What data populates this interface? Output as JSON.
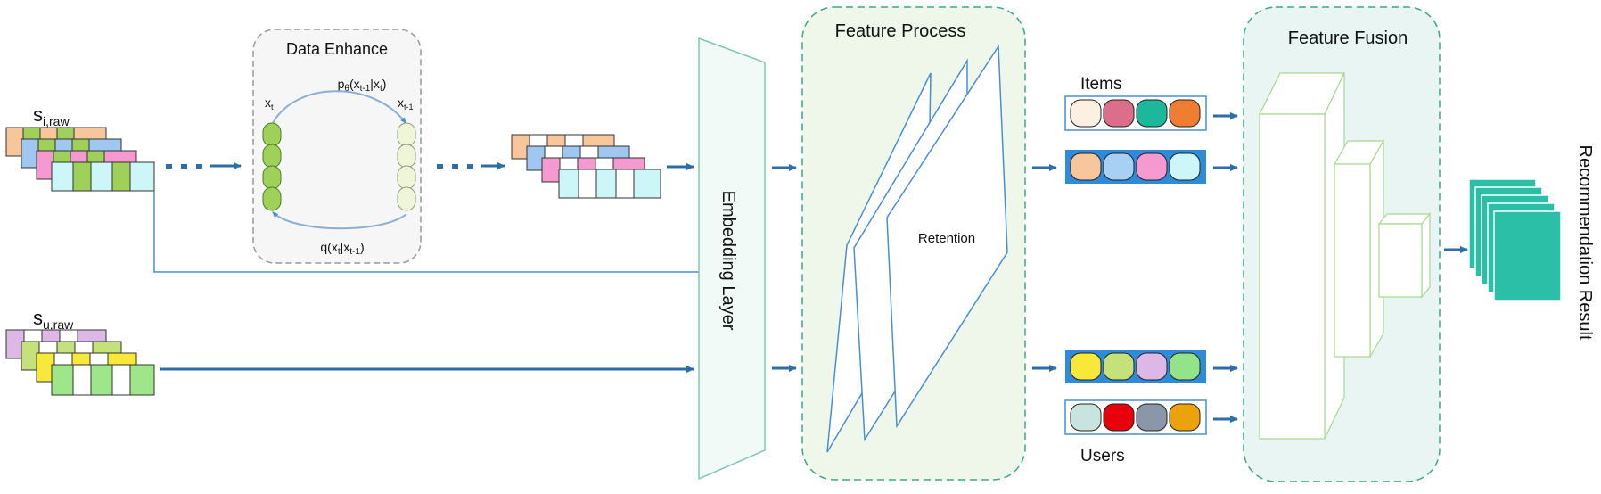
{
  "labels": {
    "s_i_raw_main": "s",
    "s_i_raw_sub": "i,raw",
    "s_u_raw_main": "s",
    "s_u_raw_sub": "u,raw",
    "data_enhance": "Data Enhance",
    "p_formula_p": "p",
    "p_formula_theta": "θ",
    "p_formula_mid": "(x",
    "p_formula_sub1": "t-1",
    "p_formula_bar": "|x",
    "p_formula_sub2": "t",
    "p_formula_end": ")",
    "q_formula_q": "q(x",
    "q_formula_sub1": "t",
    "q_formula_bar": "|x",
    "q_formula_sub2": "t-1",
    "q_formula_end": ")",
    "x_t_main": "x",
    "x_t_sub": "t",
    "x_t1_main": "x",
    "x_t1_sub": "t-1",
    "embedding_layer": "Embedding Layer",
    "feature_process": "Feature Process",
    "retention": "Retention",
    "items": "Items",
    "users": "Users",
    "feature_fusion": "Feature Fusion",
    "recommendation_result": "Recommendation Result"
  },
  "colors": {
    "arrow": "#2e6ea8",
    "line_blue": "#4a8ed6",
    "dashed_green": "#3aa88a",
    "feature_process_bg": "#eef7ea",
    "feature_fusion_bg": "#e8f5f3",
    "data_enhance_bg": "#f6f6f6",
    "embed_border": "#7fc8b8",
    "embed_fill": "#f2faf8",
    "capsule_bar_blue": "#2f8ad7",
    "result_teal": "#2bbfa8",
    "node_green": "#9ed05a",
    "node_pale": "#eef5d8"
  },
  "items_seq_colors": [
    "#f7c69a",
    "#ffffff",
    "#9fc7ef",
    "#ffffff",
    "#f49ad0",
    "#ffffff",
    "#ccf6f8"
  ],
  "items_front_row": [
    "#ccf6f8",
    "#ccf6f8",
    "#9ed05a",
    "#ccf6f8",
    "#9ed05a",
    "#ccf6f8"
  ],
  "users_front_row": [
    "#9fe68a",
    "#ffffff",
    "#9fe68a",
    "#ffffff",
    "#9fe68a"
  ],
  "capsules": {
    "items_top": [
      "#fbf0e2",
      "#dc6e8c",
      "#1db89b",
      "#ef7d32"
    ],
    "items_blue": [
      "#f7c69a",
      "#a8d0f5",
      "#f49ad0",
      "#ccf6f8"
    ],
    "users_blue": [
      "#f7e83a",
      "#c5e27a",
      "#ddb8e6",
      "#93e38a"
    ],
    "users_bottom": [
      "#c9e4e0",
      "#e8000a",
      "#8a97a8",
      "#eca20a"
    ]
  }
}
